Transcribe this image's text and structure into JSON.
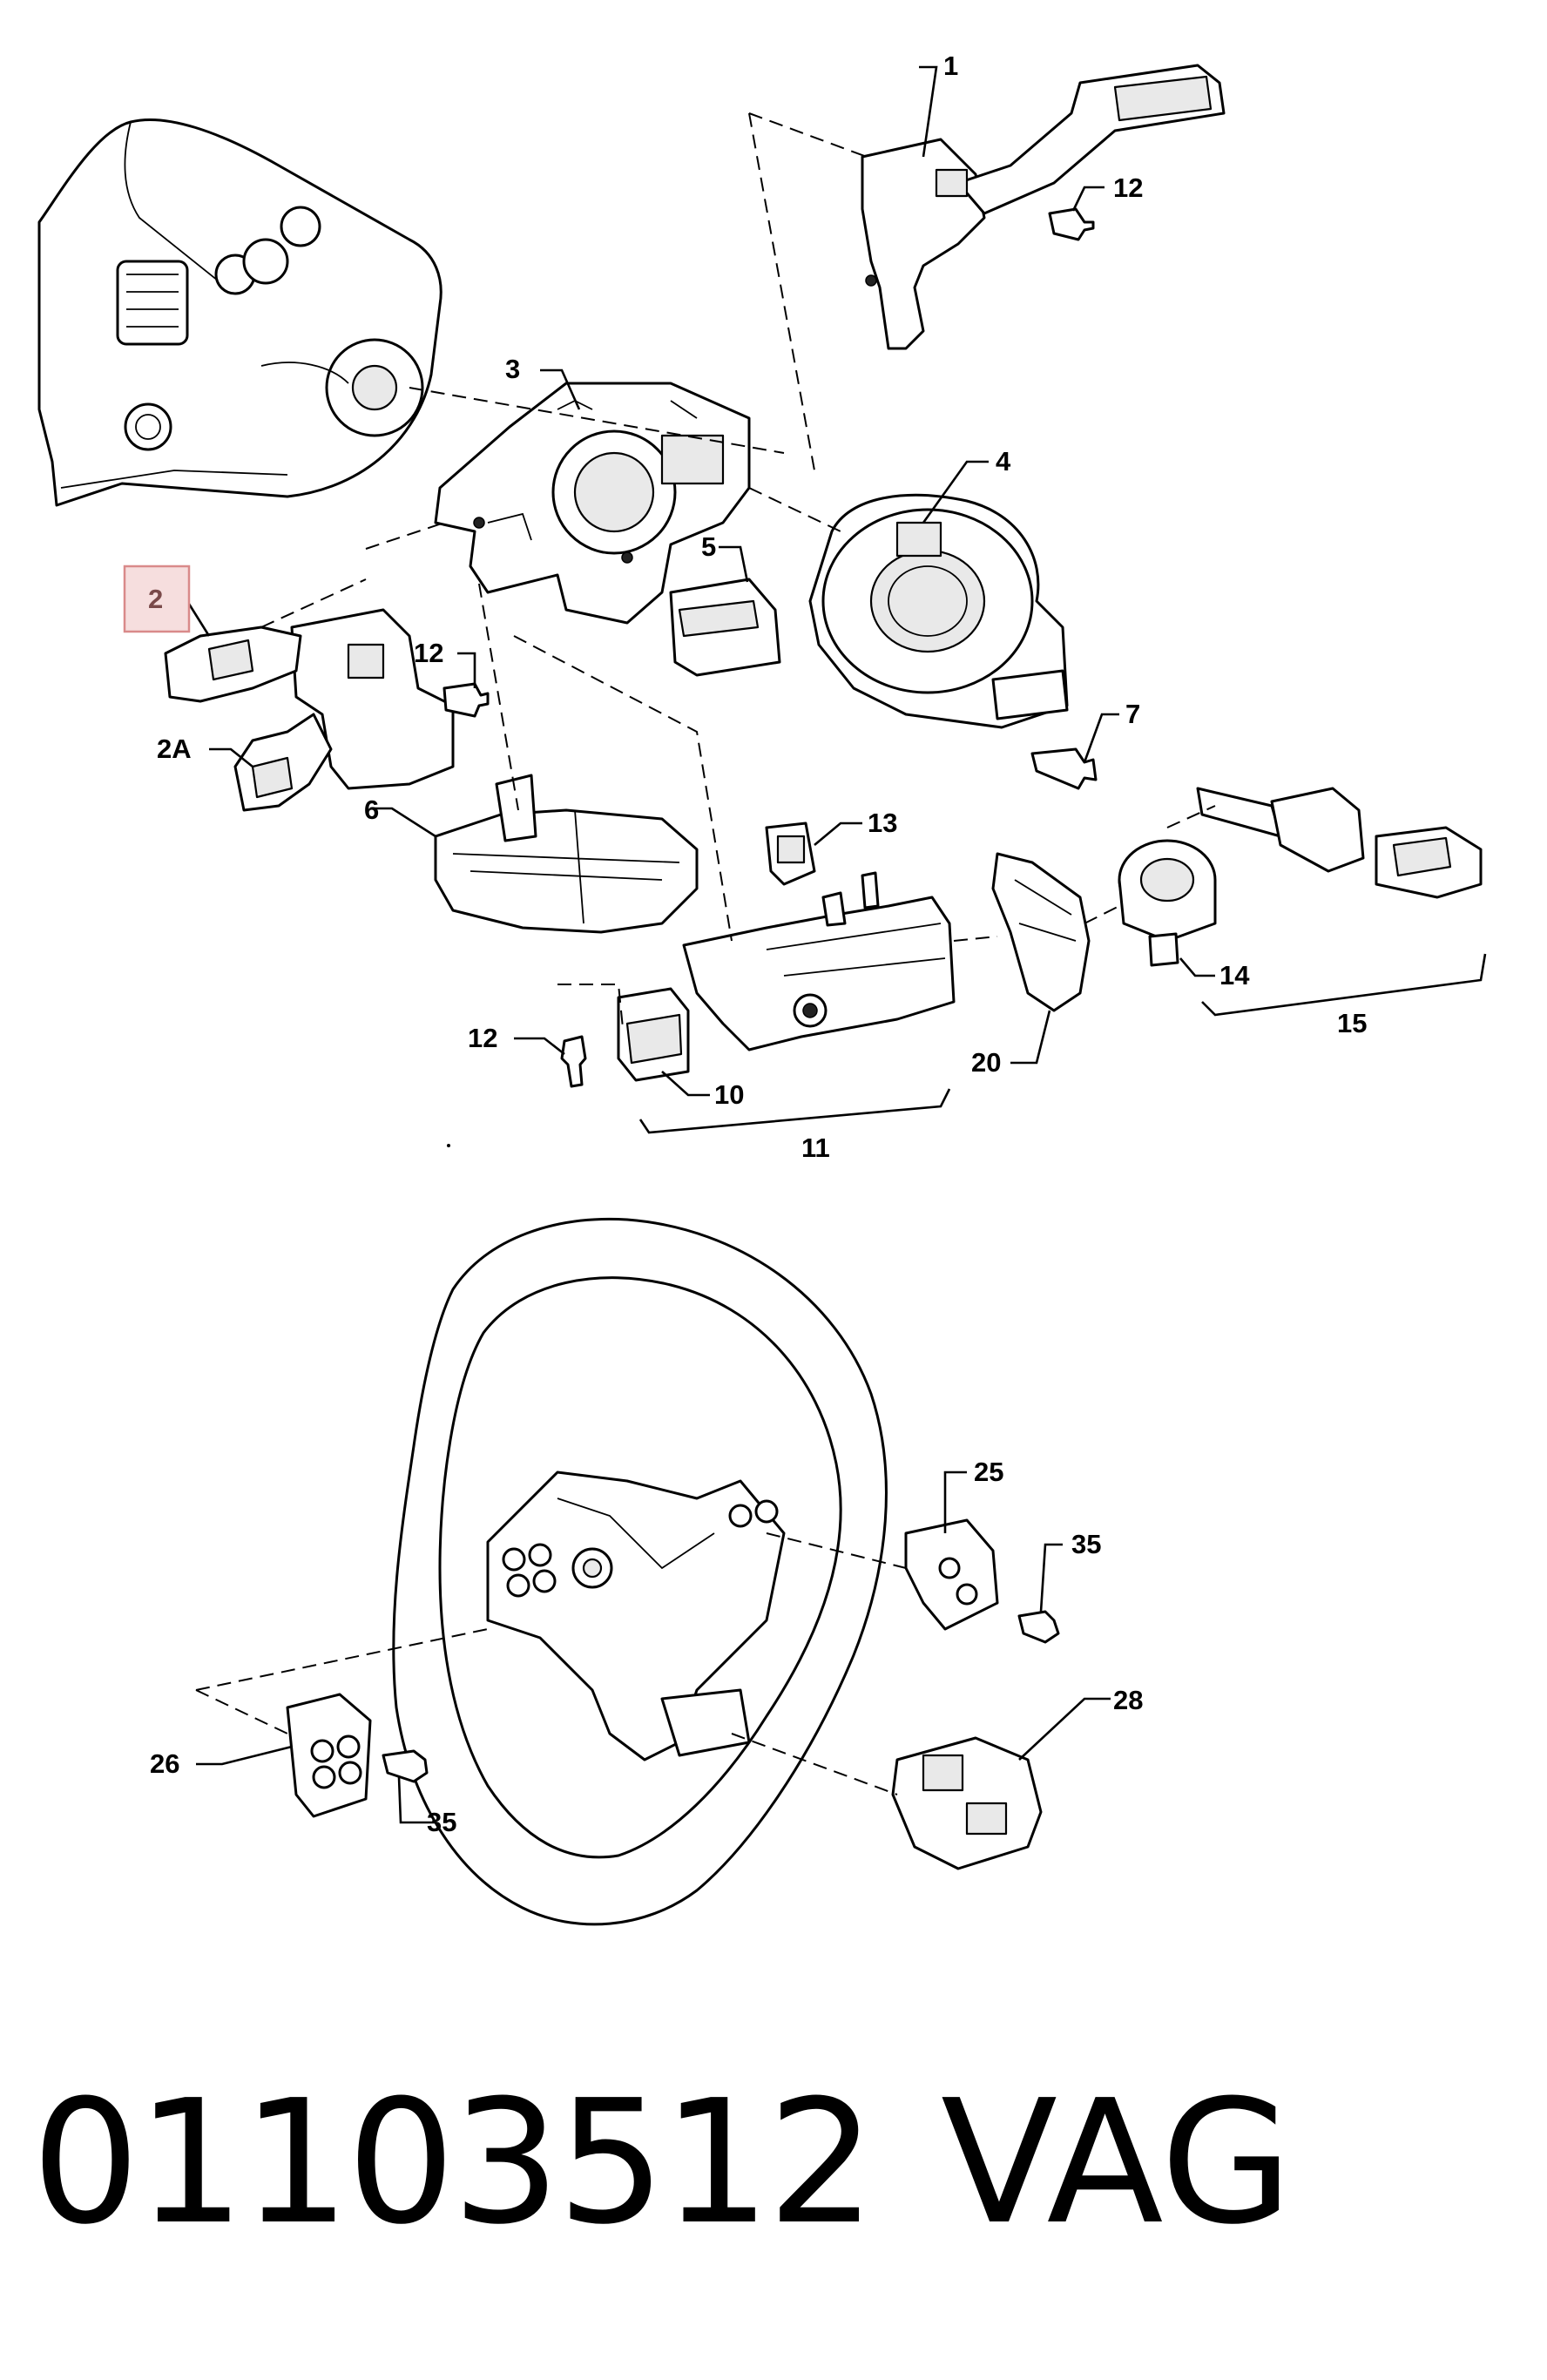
{
  "labels": {
    "p1": "1",
    "p2": "2",
    "p2a": "2A",
    "p3": "3",
    "p4": "4",
    "p5": "5",
    "p6": "6",
    "p7": "7",
    "p10": "10",
    "p11": "11",
    "p12a": "12",
    "p12b": "12",
    "p12c": "12",
    "p13": "13",
    "p14": "14",
    "p15": "15",
    "p20": "20",
    "p25": "25",
    "p26": "26",
    "p28": "28",
    "p35a": "35",
    "p35b": "35"
  },
  "highlight": {
    "label": "2",
    "box_color": "#d98a8a",
    "box_fill": "#f6dede"
  },
  "footer": {
    "part_number": "01103512",
    "brand": "VAG"
  }
}
